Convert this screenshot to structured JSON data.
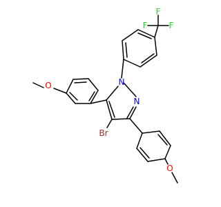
{
  "molecule": {
    "atom_labels": {
      "bromine": "Br",
      "nitrogen_1": "N",
      "nitrogen_2": "N",
      "oxygen_left": "O",
      "oxygen_bottom": "O",
      "fluorine_left": "F",
      "fluorine_top": "F",
      "fluorine_right": "F"
    },
    "colors": {
      "bond": "#000000",
      "carbon": "#000000",
      "nitrogen": "#0000ff",
      "oxygen": "#ff0000",
      "fluorine": "#33cc33",
      "bromine": "#a52a2a"
    }
  }
}
